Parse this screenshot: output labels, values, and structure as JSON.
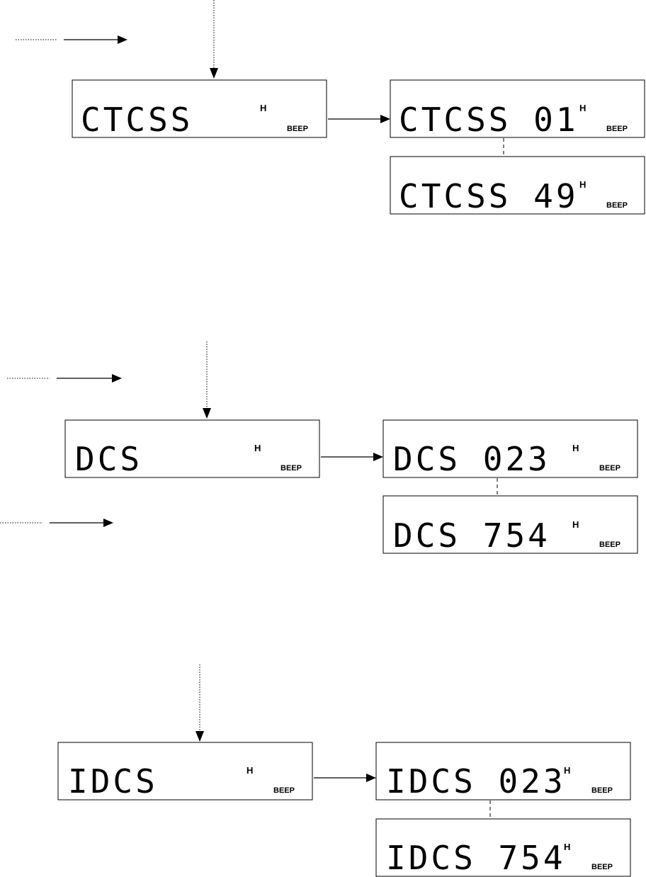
{
  "indicators": {
    "h": "H",
    "beep": "BEEP"
  },
  "sections": [
    {
      "name": "ctcss",
      "menu_display": "CTCSS",
      "first_value_display": "CTCSS 01",
      "last_value_display": "CTCSS 49"
    },
    {
      "name": "dcs",
      "menu_display": "DCS",
      "first_value_display": "DCS 023",
      "last_value_display": "DCS 754"
    },
    {
      "name": "idcs",
      "menu_display": "IDCS",
      "first_value_display": "IDCS 023",
      "last_value_display": "IDCS 754"
    }
  ]
}
